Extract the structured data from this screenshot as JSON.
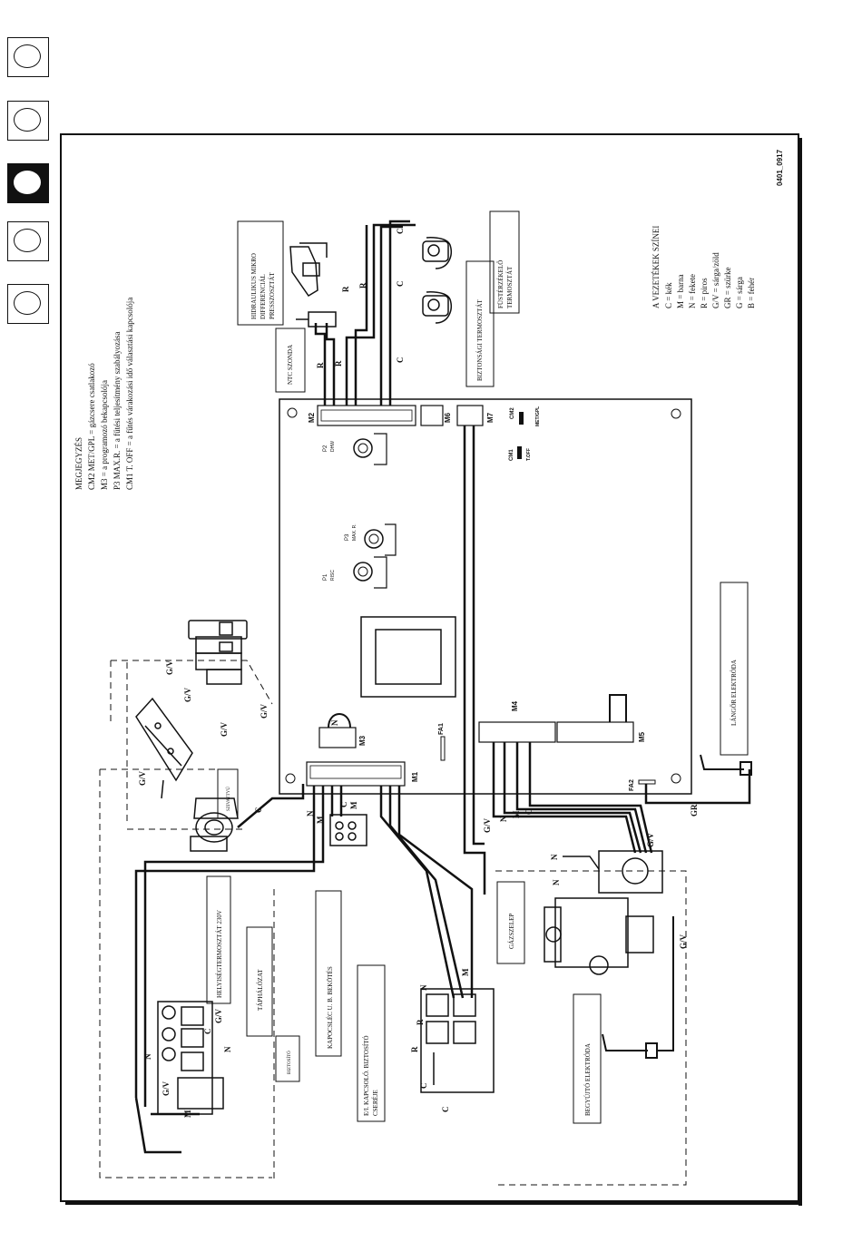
{
  "doc_code": "0401_0917",
  "nav_tabs": [
    {
      "index": 1,
      "active": false
    },
    {
      "index": 2,
      "active": false
    },
    {
      "index": 3,
      "active": true
    },
    {
      "index": 4,
      "active": false
    },
    {
      "index": 5,
      "active": false
    }
  ],
  "legend": {
    "title": "MEGJEGYZÉS",
    "lines": [
      "CM2 MET/GPL = gázcsere csatlakozó",
      "M3 = a programozó bekapcsolója",
      "P3 MAX.R. = a fűtési teljesítmény szabályozása",
      "CM1 T. OFF = a fűtés várakozási idő választási kapcsolója"
    ]
  },
  "colors_legend": {
    "title": "A VEZETÉKEK SZÍNEI",
    "lines": [
      "C = kék",
      "M = barna",
      "N = fekete",
      "R = piros",
      "G/V = sárga/zöld",
      "GR = szürke",
      "G = sárga",
      "B = fehér"
    ]
  },
  "components": {
    "hydraulic_switch": "HIDRAULIKUS MIKRO DIFFERENCIÁL PRESSZOSZTÁT",
    "ntc": "NTC SZONDA",
    "safety_thermostat": "BIZTONSÁGI TERMOSZTÁT",
    "flue_thermostat": "FÜSTÉRZÉKELŐ TERMOSZTÁT",
    "flame_electrode": "LÁNGŐR ELEKTRÓDA",
    "pump": "SZIVATTYÚ",
    "gas_valve": "GÁZSZELEP",
    "room_thermostat": "HELYISÉGTERMOSZTÁT 230V",
    "power_supply": "TÁPHÁLÓZAT",
    "fuse": "BIZTOSÍTÓ",
    "terminal_strip": "KAPOCSLÉC U. B. BEKÖTÉS",
    "fuse_replace": "E/I. KAPCSOLÓ. BIZTOSÍTÓ CSERÉJE",
    "ignition_electrode": "BEGYÚJTÓ ELEKTRÓDA"
  },
  "board": {
    "connectors": [
      "M2",
      "M6",
      "M7",
      "M1",
      "M3",
      "M4",
      "M5"
    ],
    "pots": [
      {
        "id": "P2",
        "label": "DHW"
      },
      {
        "id": "P3",
        "label": "MAX. R."
      },
      {
        "id": "P1",
        "label": "RISC"
      }
    ],
    "jumpers": [
      {
        "id": "CM1",
        "label": "T.OFF"
      },
      {
        "id": "CM2",
        "label": "MET/GPL"
      }
    ],
    "fuses": [
      "FA1",
      "FA2"
    ]
  },
  "wire_labels": {
    "gv": "G/V",
    "c": "C",
    "m": "M",
    "n": "N",
    "r": "R",
    "gr": "GR"
  }
}
